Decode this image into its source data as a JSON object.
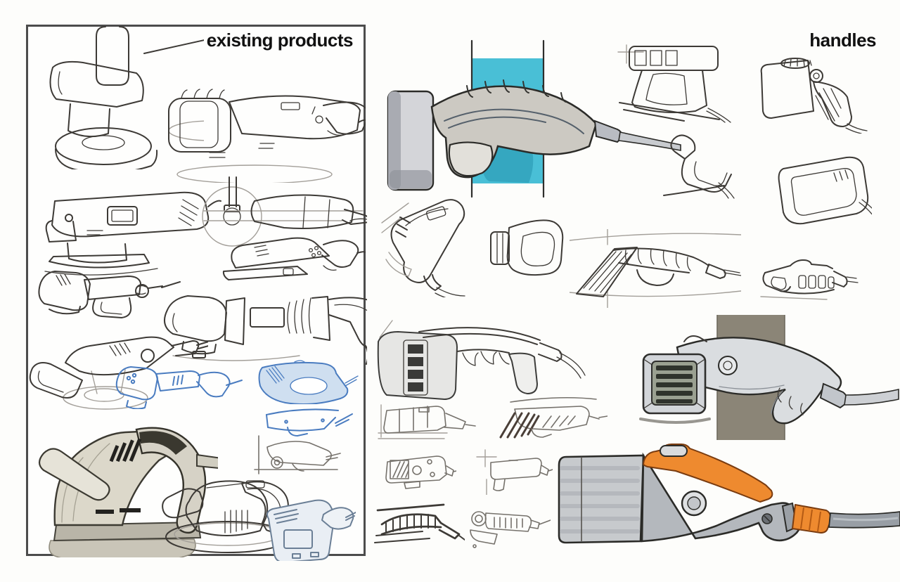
{
  "page": {
    "left_panel": {
      "label": "existing products"
    },
    "right_section": {
      "label": "handles"
    }
  },
  "colors": {
    "teal_band": "#49bfd6",
    "teal_shadow": "#2f9fb8",
    "gray_band": "#8b8577",
    "orange": "#ee8a2f",
    "blue_pencil": "#4a7cc0",
    "pencil_dark": "#3d3a36",
    "pencil_light": "#a39f99",
    "marker_gray_light": "#d6d7da",
    "marker_gray_mid": "#b9bdc2",
    "marker_warm_gray": "#dcd8ca",
    "panel_border": "#4c4c4c",
    "ink": "#111111"
  },
  "sketches": [
    {
      "id": "vertical-polisher",
      "panel": "existing products",
      "medium": "pencil line"
    },
    {
      "id": "d-handle-polisher",
      "panel": "existing products",
      "medium": "pencil line"
    },
    {
      "id": "orbital-sander-side",
      "panel": "existing products",
      "medium": "pencil shaded"
    },
    {
      "id": "grinder-top-view",
      "panel": "existing products",
      "medium": "pencil line"
    },
    {
      "id": "low-profile-sander",
      "panel": "existing products",
      "medium": "pencil line"
    },
    {
      "id": "small-grinder",
      "panel": "existing products",
      "medium": "pencil shaded"
    },
    {
      "id": "large-polisher-side",
      "panel": "existing products",
      "medium": "pencil shaded"
    },
    {
      "id": "die-grinder-three-quarter",
      "panel": "existing products",
      "medium": "pencil shaded"
    },
    {
      "id": "blue-grinder",
      "panel": "existing products",
      "medium": "blue pencil"
    },
    {
      "id": "blue-heat-gun-grip",
      "panel": "existing products",
      "medium": "blue pencil"
    },
    {
      "id": "blue-slim-grip",
      "panel": "existing products",
      "medium": "blue pencil"
    },
    {
      "id": "thumb-grinder",
      "panel": "existing products",
      "medium": "pencil line"
    },
    {
      "id": "marker-polisher-d-handle",
      "panel": "existing products",
      "medium": "gray marker"
    },
    {
      "id": "orbital-sander-three-quarter",
      "panel": "existing products",
      "medium": "pencil line"
    },
    {
      "id": "blue-palm-sander",
      "panel": "existing products",
      "medium": "blue-gray marker"
    },
    {
      "id": "marker-handle-on-teal-band",
      "panel": "handles",
      "medium": "gray marker on teal"
    },
    {
      "id": "pistol-grip-vents",
      "panel": "handles",
      "medium": "pencil line"
    },
    {
      "id": "pistol-grip-knob",
      "panel": "handles",
      "medium": "pencil line"
    },
    {
      "id": "hook-handle",
      "panel": "handles",
      "medium": "pencil line"
    },
    {
      "id": "loop-handle",
      "panel": "handles",
      "medium": "pencil line"
    },
    {
      "id": "barrel-grip-vents",
      "panel": "handles",
      "medium": "pencil line"
    },
    {
      "id": "strap-handle-front",
      "panel": "handles",
      "medium": "pencil line"
    },
    {
      "id": "grooved-handle-wedge",
      "panel": "handles",
      "medium": "pencil line"
    },
    {
      "id": "small-grooved-handle",
      "panel": "handles",
      "medium": "pencil line"
    },
    {
      "id": "shaded-handle-side",
      "panel": "handles",
      "medium": "pencil shaded"
    },
    {
      "id": "thumb-boxy-handle",
      "panel": "handles",
      "medium": "pencil line"
    },
    {
      "id": "thumb-hatched-handle",
      "panel": "handles",
      "medium": "pencil line"
    },
    {
      "id": "marker-tool-on-gray-band",
      "panel": "handles",
      "medium": "gray marker"
    },
    {
      "id": "small-vented-handle",
      "panel": "handles",
      "medium": "pencil line"
    },
    {
      "id": "small-plain-handle",
      "panel": "handles",
      "medium": "pencil line"
    },
    {
      "id": "small-ribbed-wedge",
      "panel": "handles",
      "medium": "pencil line"
    },
    {
      "id": "small-grinder-handle",
      "panel": "handles",
      "medium": "pencil line"
    },
    {
      "id": "orange-grip-tool",
      "panel": "handles",
      "medium": "marker with orange accent"
    }
  ]
}
